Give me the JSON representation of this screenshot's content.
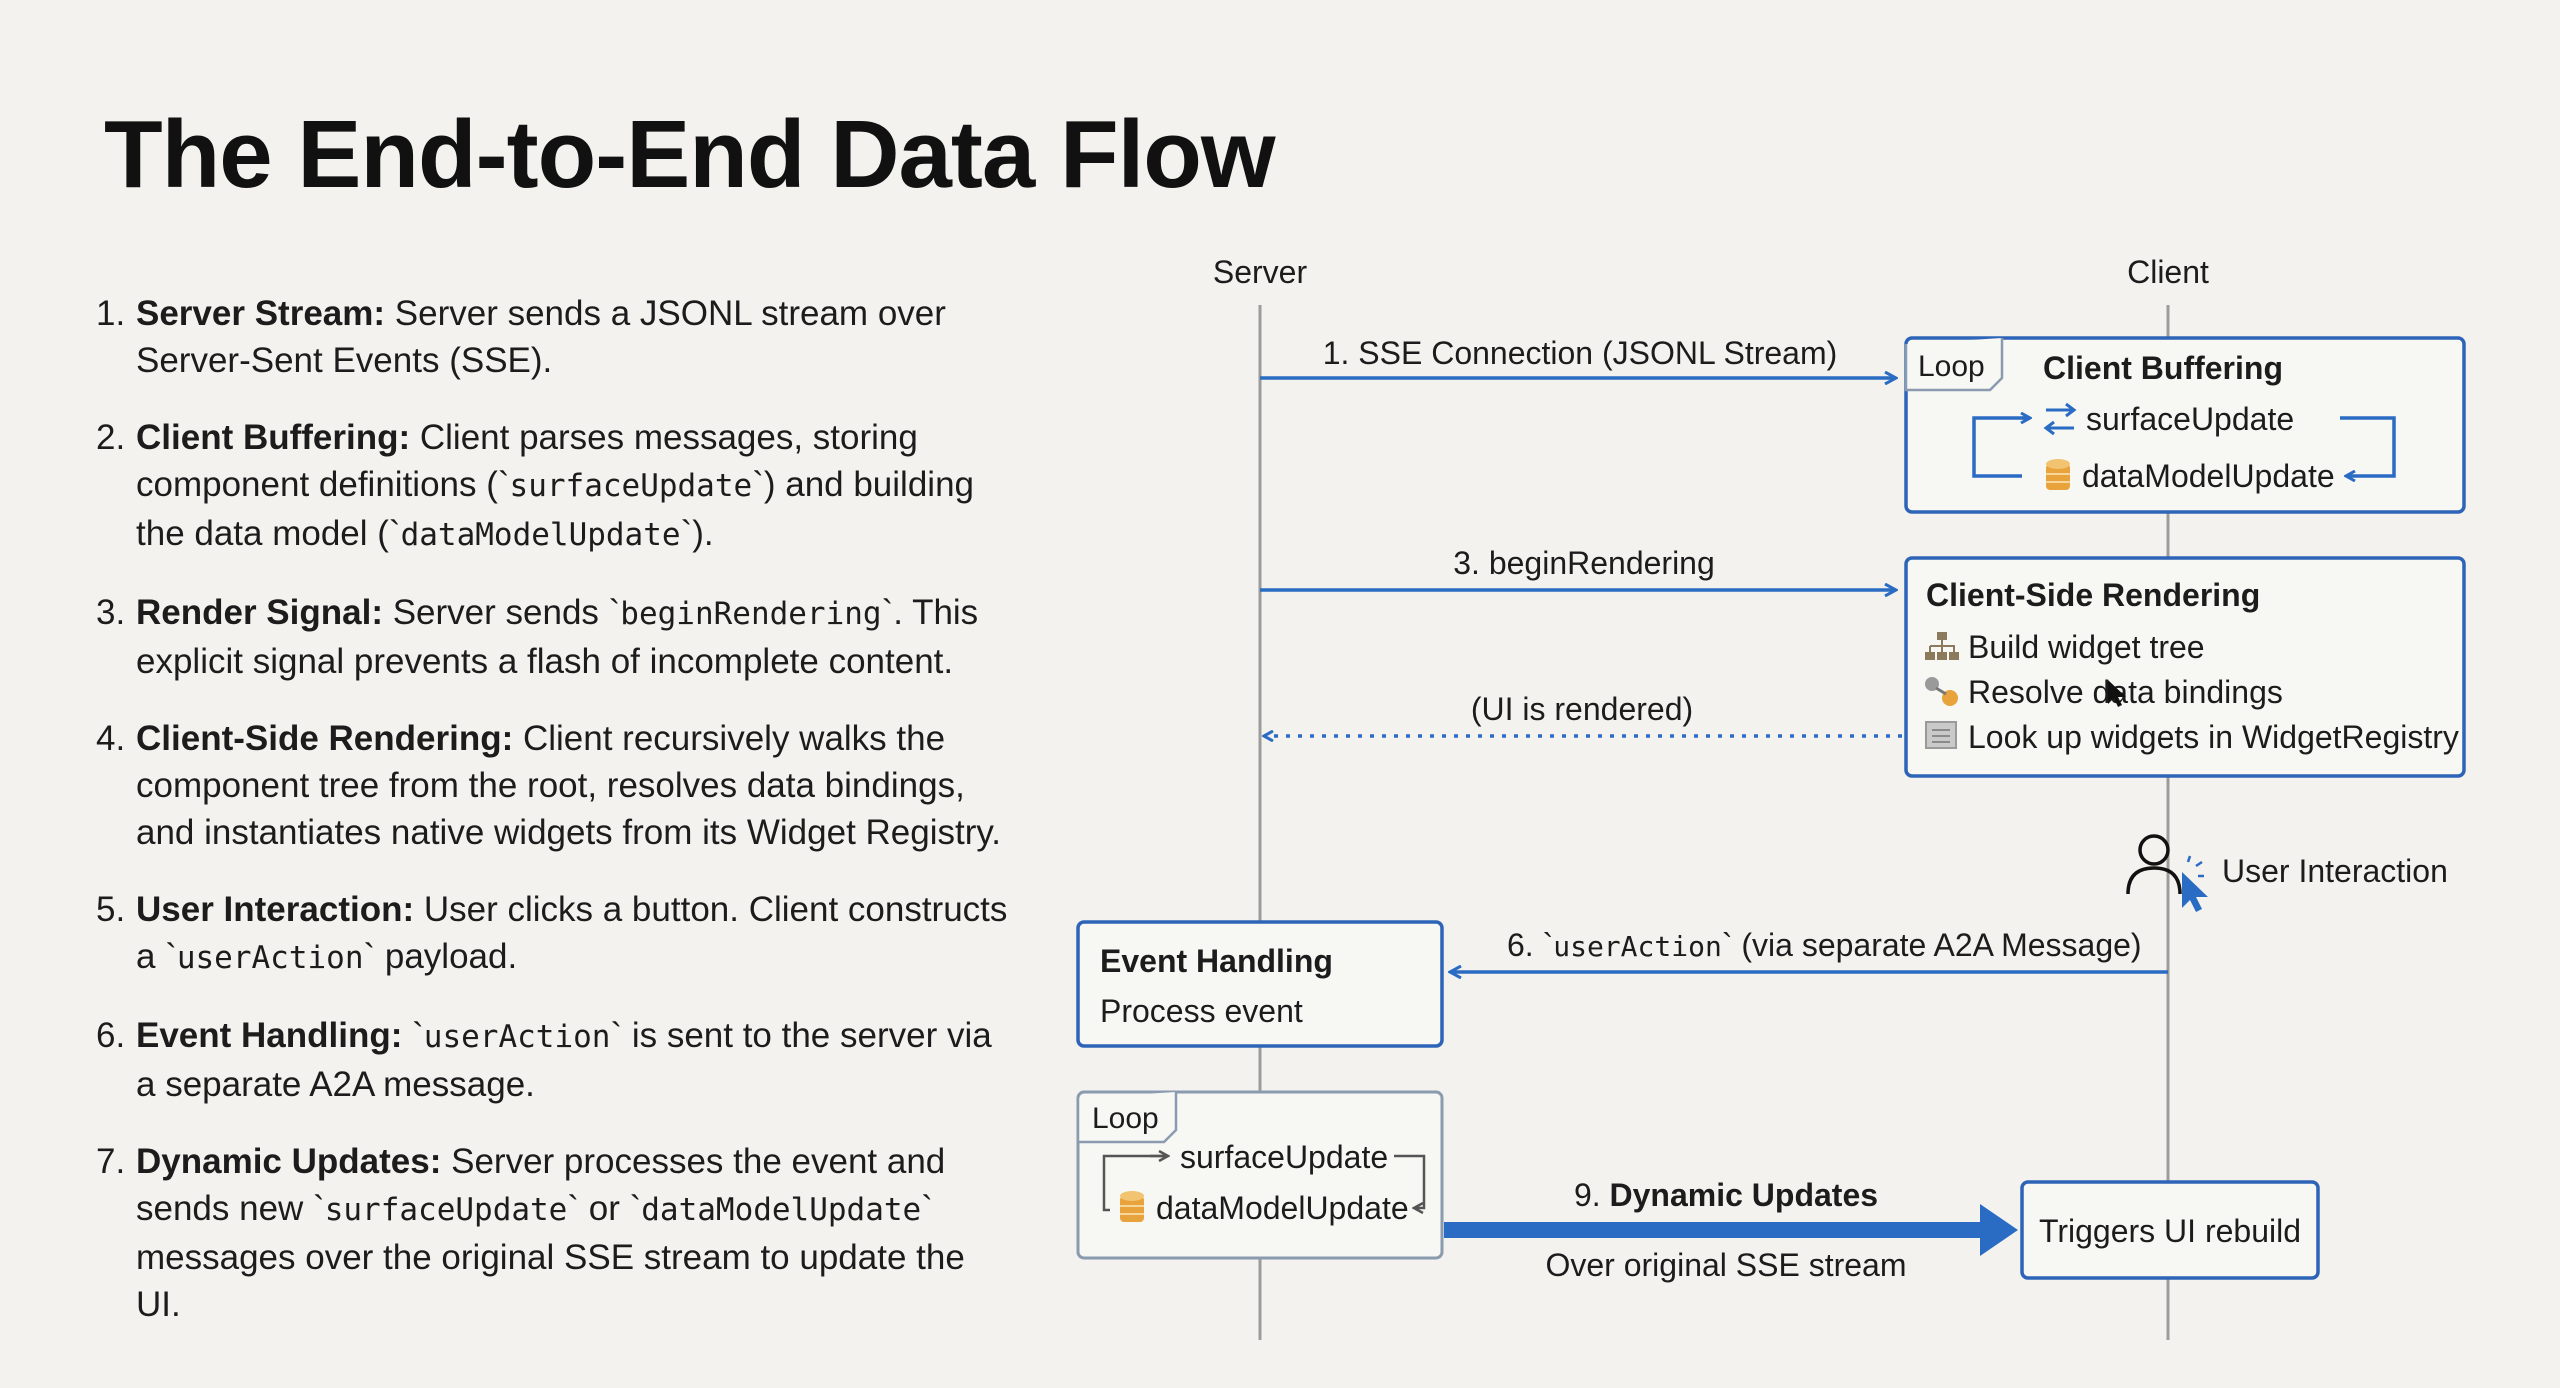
{
  "title": "The End-to-End Data Flow",
  "steps": [
    {
      "num": "1.",
      "head": "Server Stream:",
      "body": " Server sends a JSONL stream over Server-Sent Events (SSE)."
    },
    {
      "num": "2.",
      "head": "Client Buffering:",
      "t1": " Client parses messages, storing component definitions (`",
      "c1": "surfaceUpdate",
      "t2": "`) and building the data model (`",
      "c2": "dataModelUpdate",
      "t3": "`)."
    },
    {
      "num": "3.",
      "head": "Render Signal:",
      "t1": " Server sends `",
      "c1": "beginRendering",
      "t2": "`. This explicit signal prevents a flash of incomplete content."
    },
    {
      "num": "4.",
      "head": "Client-Side Rendering:",
      "body": " Client recursively walks the component tree from the root, resolves data bindings, and instantiates native widgets from its Widget Registry."
    },
    {
      "num": "5.",
      "head": "User Interaction:",
      "t1": " User clicks a button. Client constructs a `",
      "c1": "userAction",
      "t2": "` payload."
    },
    {
      "num": "6.",
      "head": "Event Handling:",
      "t1": " `",
      "c1": "userAction",
      "t2": "` is sent to the server via a separate A2A message."
    },
    {
      "num": "7.",
      "head": "Dynamic Updates:",
      "t1": " Server processes the event and sends new `",
      "c1": "surfaceUpdate",
      "t2": "` or `",
      "c2": "dataModelUpdate",
      "t3": "` messages over the original SSE stream to update the UI."
    }
  ],
  "diagram": {
    "server_label": "Server",
    "client_label": "Client",
    "msg1": "1. SSE Connection (JSONL Stream)",
    "msg3": "3. beginRendering",
    "msg_rendered": "(UI is rendered)",
    "msg6_pre": "6. `",
    "msg6_code": "userAction",
    "msg6_post": "` (via separate A2A Message)",
    "msg9_num": "9.",
    "msg9_title": "Dynamic Updates",
    "msg9_sub": "Over original SSE stream",
    "client_buffering": {
      "loop": "Loop",
      "title": "Client Buffering",
      "item1": "surfaceUpdate",
      "item2": "dataModelUpdate"
    },
    "client_rendering": {
      "title": "Client-Side Rendering",
      "item1": "Build widget tree",
      "item2": "Resolve data bindings",
      "item3": "Look up widgets in WidgetRegistry"
    },
    "user_interaction": "User Interaction",
    "event_handling": {
      "title": "Event Handling",
      "sub": "Process event"
    },
    "server_loop": {
      "loop": "Loop",
      "item1": "surfaceUpdate",
      "item2": "dataModelUpdate"
    },
    "rebuild": "Triggers UI rebuild"
  },
  "colors": {
    "accent": "#2a6cc4",
    "box_border": "#2d64b8",
    "loop_border": "#8a9bb0",
    "lifeline": "#9c9c9c",
    "db": "#e8a33d"
  },
  "icons": [
    "loop-arrows-icon",
    "database-icon",
    "hierarchy-icon",
    "link-icon",
    "registry-icon",
    "user-icon",
    "cursor-icon"
  ]
}
